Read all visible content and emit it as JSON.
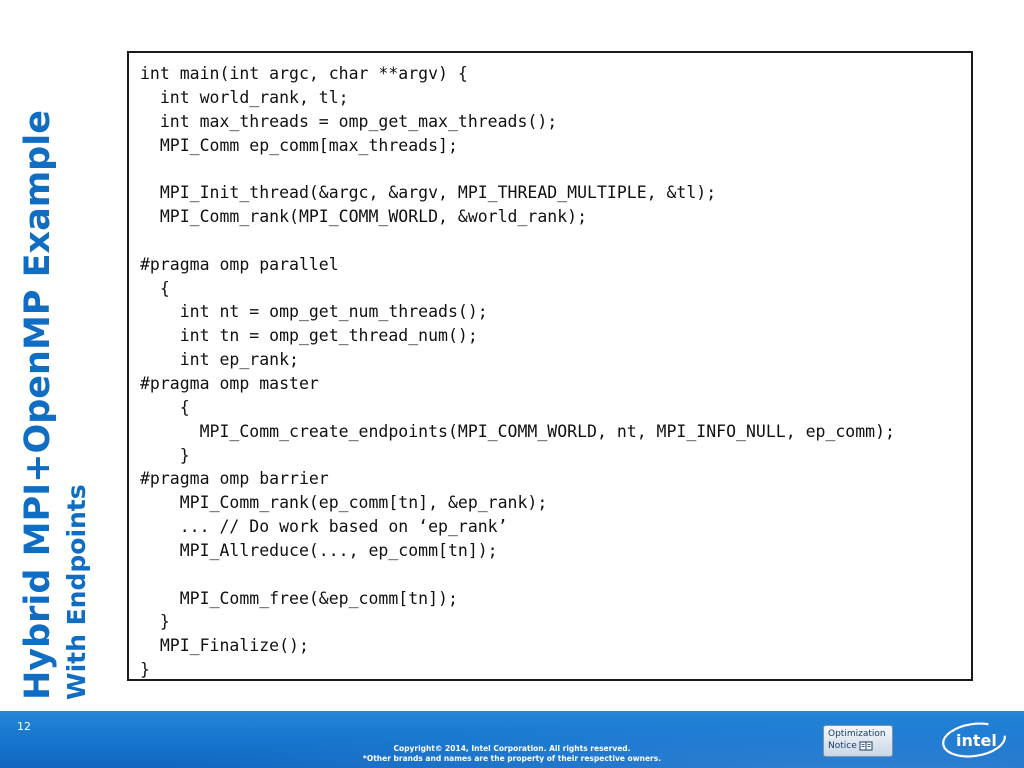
{
  "title": {
    "main": "Hybrid MPI+OpenMP Example",
    "sub": "With Endpoints"
  },
  "code": {
    "lines": [
      "int main(int argc, char **argv) {",
      "  int world_rank, tl;",
      "  int max_threads = omp_get_max_threads();",
      "  MPI_Comm ep_comm[max_threads];",
      "",
      "  MPI_Init_thread(&argc, &argv, MPI_THREAD_MULTIPLE, &tl);",
      "  MPI_Comm_rank(MPI_COMM_WORLD, &world_rank);",
      "",
      "#pragma omp parallel",
      "  {",
      "    int nt = omp_get_num_threads();",
      "    int tn = omp_get_thread_num();",
      "    int ep_rank;",
      "#pragma omp master",
      "    {",
      "      MPI_Comm_create_endpoints(MPI_COMM_WORLD, nt, MPI_INFO_NULL, ep_comm);",
      "    }",
      "#pragma omp barrier",
      "    MPI_Comm_rank(ep_comm[tn], &ep_rank);",
      "    ... // Do work based on ‘ep_rank’",
      "    MPI_Allreduce(..., ep_comm[tn]);",
      "",
      "    MPI_Comm_free(&ep_comm[tn]);",
      "  }",
      "  MPI_Finalize();",
      "}"
    ]
  },
  "footer": {
    "page_number": "12",
    "copyright_line1": "Copyright© 2014, Intel Corporation. All rights reserved.",
    "copyright_line2": "*Other brands and names are the property of their respective owners.",
    "optimization_line1": "Optimization",
    "optimization_line2": "Notice",
    "logo_text": "intel"
  },
  "colors": {
    "title": "#0f6dc4",
    "footer": "#1877cf"
  }
}
